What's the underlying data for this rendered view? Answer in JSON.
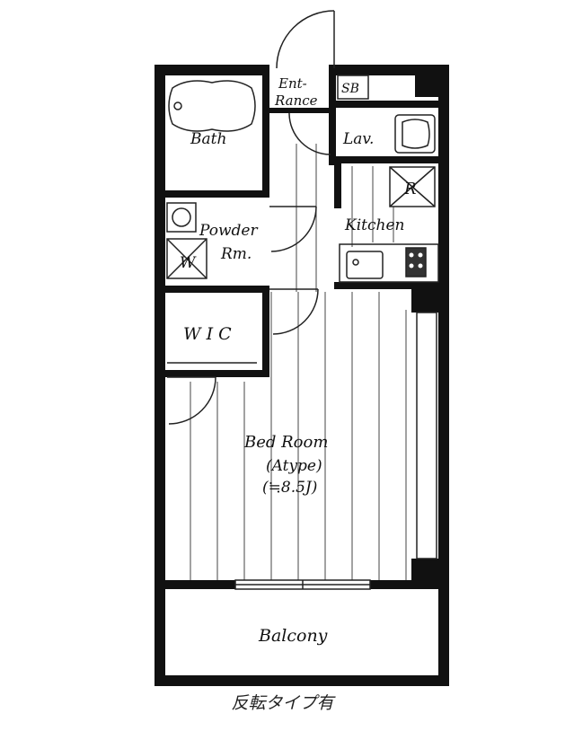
{
  "rooms": {
    "entrance_line1": "Ent-",
    "entrance_line2": "Rance",
    "sb": "SB",
    "bath": "Bath",
    "lav": "Lav.",
    "refrigerator": "R",
    "kitchen": "Kitchen",
    "powder_line1": "Powder",
    "powder_line2": "Rm.",
    "washer": "W",
    "wic": "W I C",
    "bedroom_line1": "Bed Room",
    "bedroom_line2": "(Atype)",
    "bedroom_line3": "(≒8.5J)",
    "balcony": "Balcony"
  },
  "caption": "反転タイプ有",
  "colors": {
    "wall": "#111111",
    "line": "#222222",
    "background": "#ffffff"
  }
}
